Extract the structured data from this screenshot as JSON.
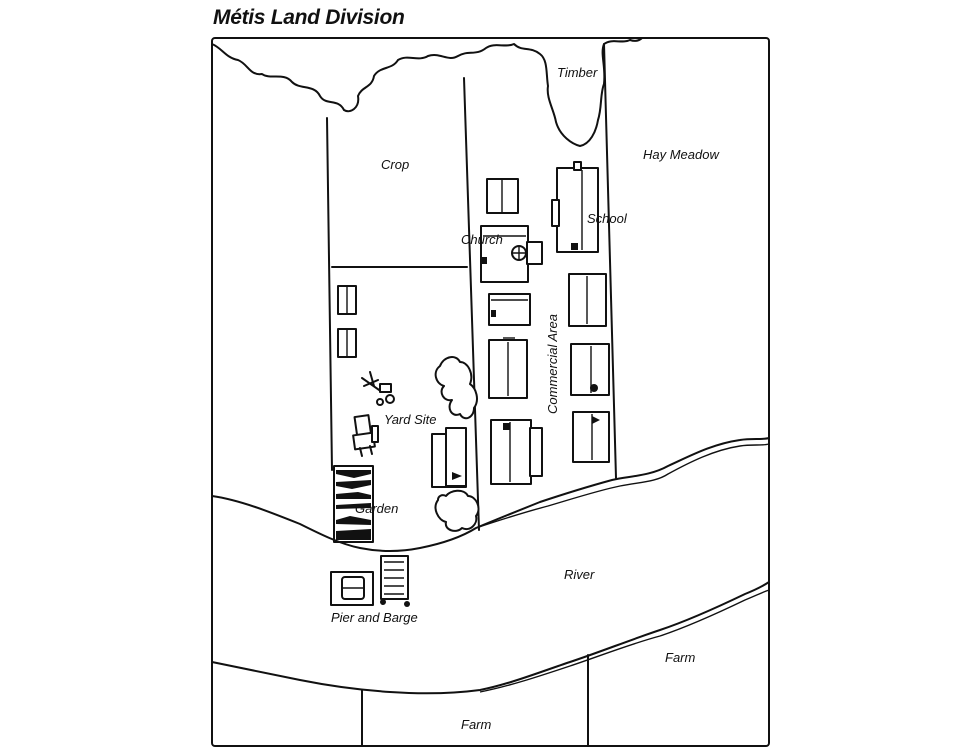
{
  "map": {
    "title": "Métis Land Division",
    "labels": {
      "timber": "Timber",
      "hay_meadow": "Hay Meadow",
      "crop": "Crop",
      "church": "Church",
      "school": "School",
      "commercial_area": "Commercial Area",
      "yard_site": "Yard Site",
      "garden": "Garden",
      "river": "River",
      "pier_and_barge": "Pier and Barge",
      "farm_east": "Farm",
      "farm_south": "Farm"
    },
    "colors": {
      "ink": "#111111",
      "paper": "#ffffff"
    }
  }
}
